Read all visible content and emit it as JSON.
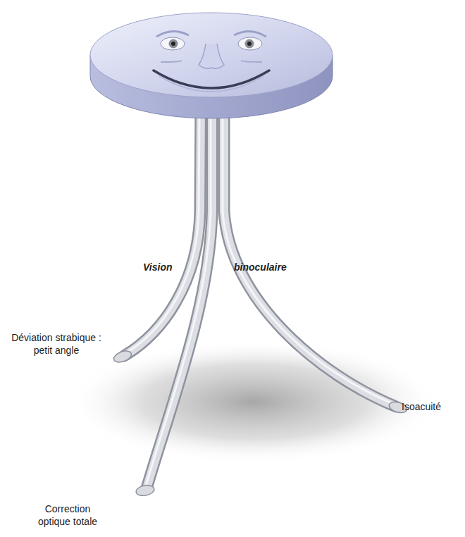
{
  "diagram": {
    "labels": [
      "Vision",
      "binoculaire",
      "Déviation strabique : petit angle",
      "Isoacuité",
      "Correction optique totale"
    ]
  }
}
